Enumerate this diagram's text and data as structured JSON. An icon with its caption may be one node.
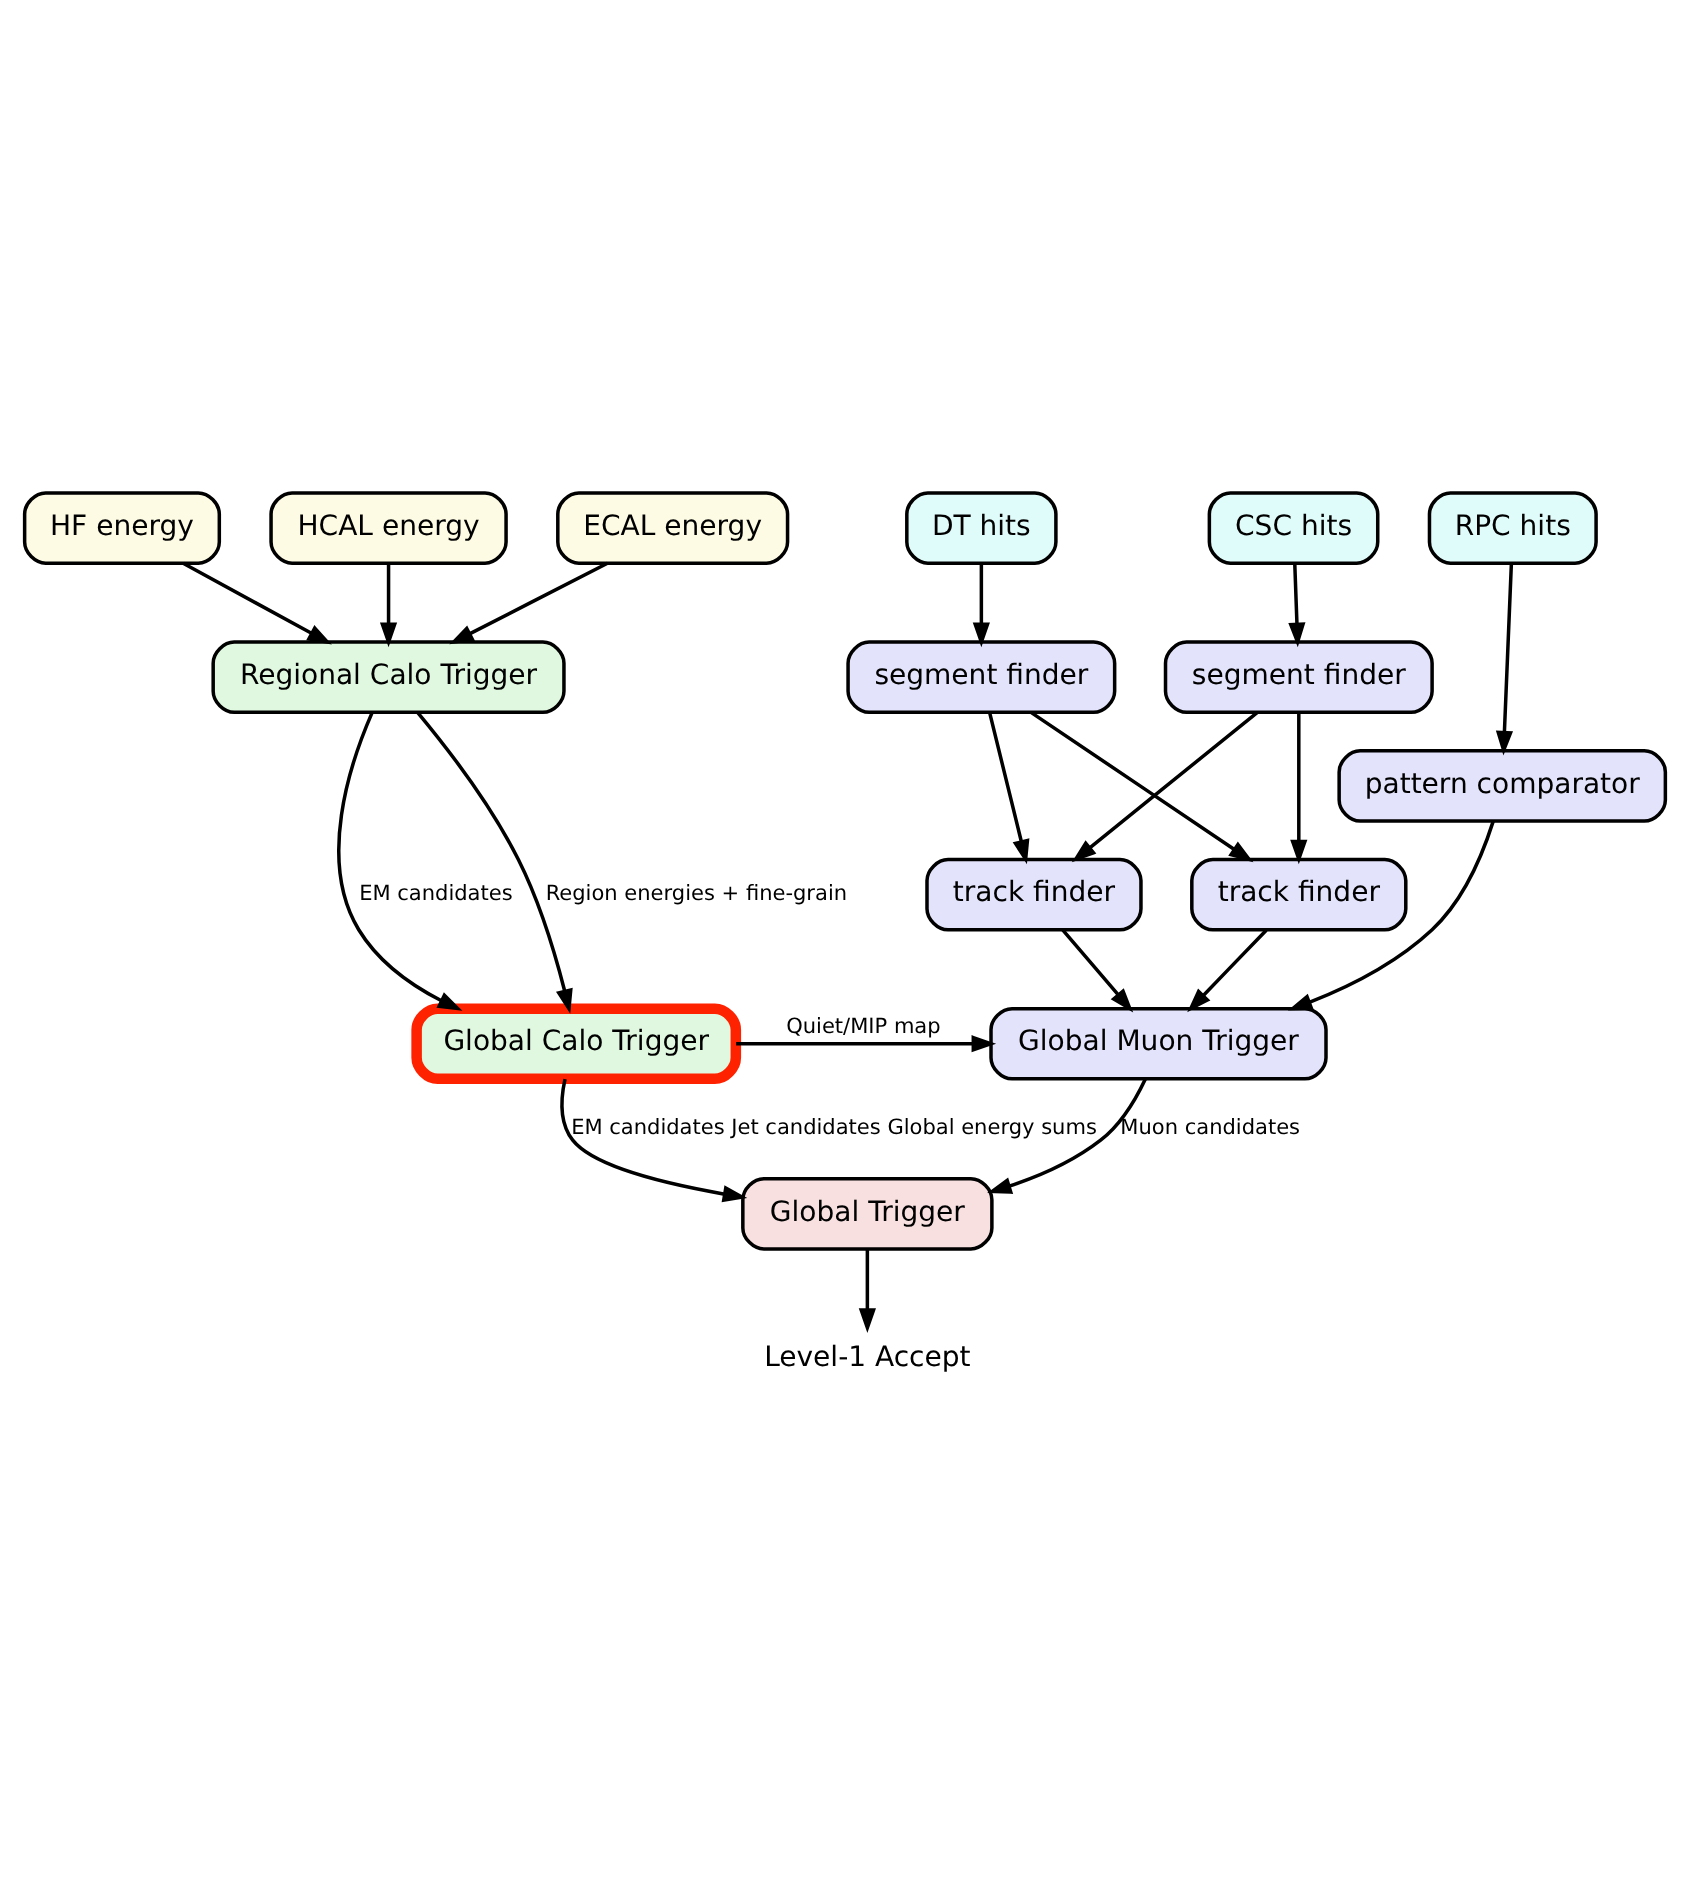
{
  "diagram": {
    "nodes": [
      {
        "text": [
          "HF energy"
        ]
      },
      {
        "text": [
          "HCAL energy"
        ]
      },
      {
        "text": [
          "ECAL energy"
        ]
      },
      {
        "text": [
          "RPC hits"
        ]
      },
      {
        "text": [
          "DT hits"
        ]
      },
      {
        "text": [
          "CSC hits"
        ]
      },
      {
        "text": [
          "segment finder"
        ]
      },
      {
        "text": [
          "segment finder"
        ]
      },
      {
        "text": [
          "Regional Calo Trigger"
        ]
      },
      {
        "text": [
          "pattern comparator"
        ]
      },
      {
        "text": [
          "track finder"
        ]
      },
      {
        "text": [
          "track finder"
        ]
      },
      {
        "text": [
          "Global Calo Trigger"
        ]
      },
      {
        "text": [
          "Global Muon Trigger"
        ]
      },
      {
        "text": [
          "Global Trigger"
        ]
      },
      {
        "text": [
          "Level-1 Accept"
        ]
      }
    ],
    "edges": [
      {
        "from": 0,
        "to": 8,
        "arrow": "to"
      },
      {
        "from": 1,
        "to": 8,
        "arrow": "to"
      },
      {
        "from": 2,
        "to": 8,
        "arrow": "to"
      },
      {
        "from": 3,
        "to": 9,
        "arrow": "to"
      },
      {
        "from": 4,
        "to": 6,
        "arrow": "to"
      },
      {
        "from": 5,
        "to": 7,
        "arrow": "to"
      },
      {
        "from": 6,
        "to": 10,
        "arrow": "to"
      },
      {
        "from": 6,
        "to": 11,
        "arrow": "to"
      },
      {
        "from": 7,
        "to": 10,
        "arrow": "to"
      },
      {
        "from": 7,
        "to": 11,
        "arrow": "to"
      },
      {
        "from": 8,
        "to": 12,
        "label": "EM candidates",
        "arrow": "to"
      },
      {
        "from": 8,
        "to": 12,
        "label": "Region energies + fine-grain",
        "arrow": "to"
      },
      {
        "from": 9,
        "to": 13,
        "arrow": "to"
      },
      {
        "from": 10,
        "to": 13,
        "arrow": "to"
      },
      {
        "from": 11,
        "to": 13,
        "arrow": "to"
      },
      {
        "from": 12,
        "to": 13,
        "label": "Quiet/MIP map",
        "arrow": "to"
      },
      {
        "from": 12,
        "to": 14,
        "label": "EM candidates Jet candidates Global energy sums",
        "arrow": "to"
      },
      {
        "from": 13,
        "to": 14,
        "label": "Muon candidates",
        "arrow": "to"
      },
      {
        "from": 14,
        "to": 15,
        "arrow": "to"
      }
    ]
  }
}
